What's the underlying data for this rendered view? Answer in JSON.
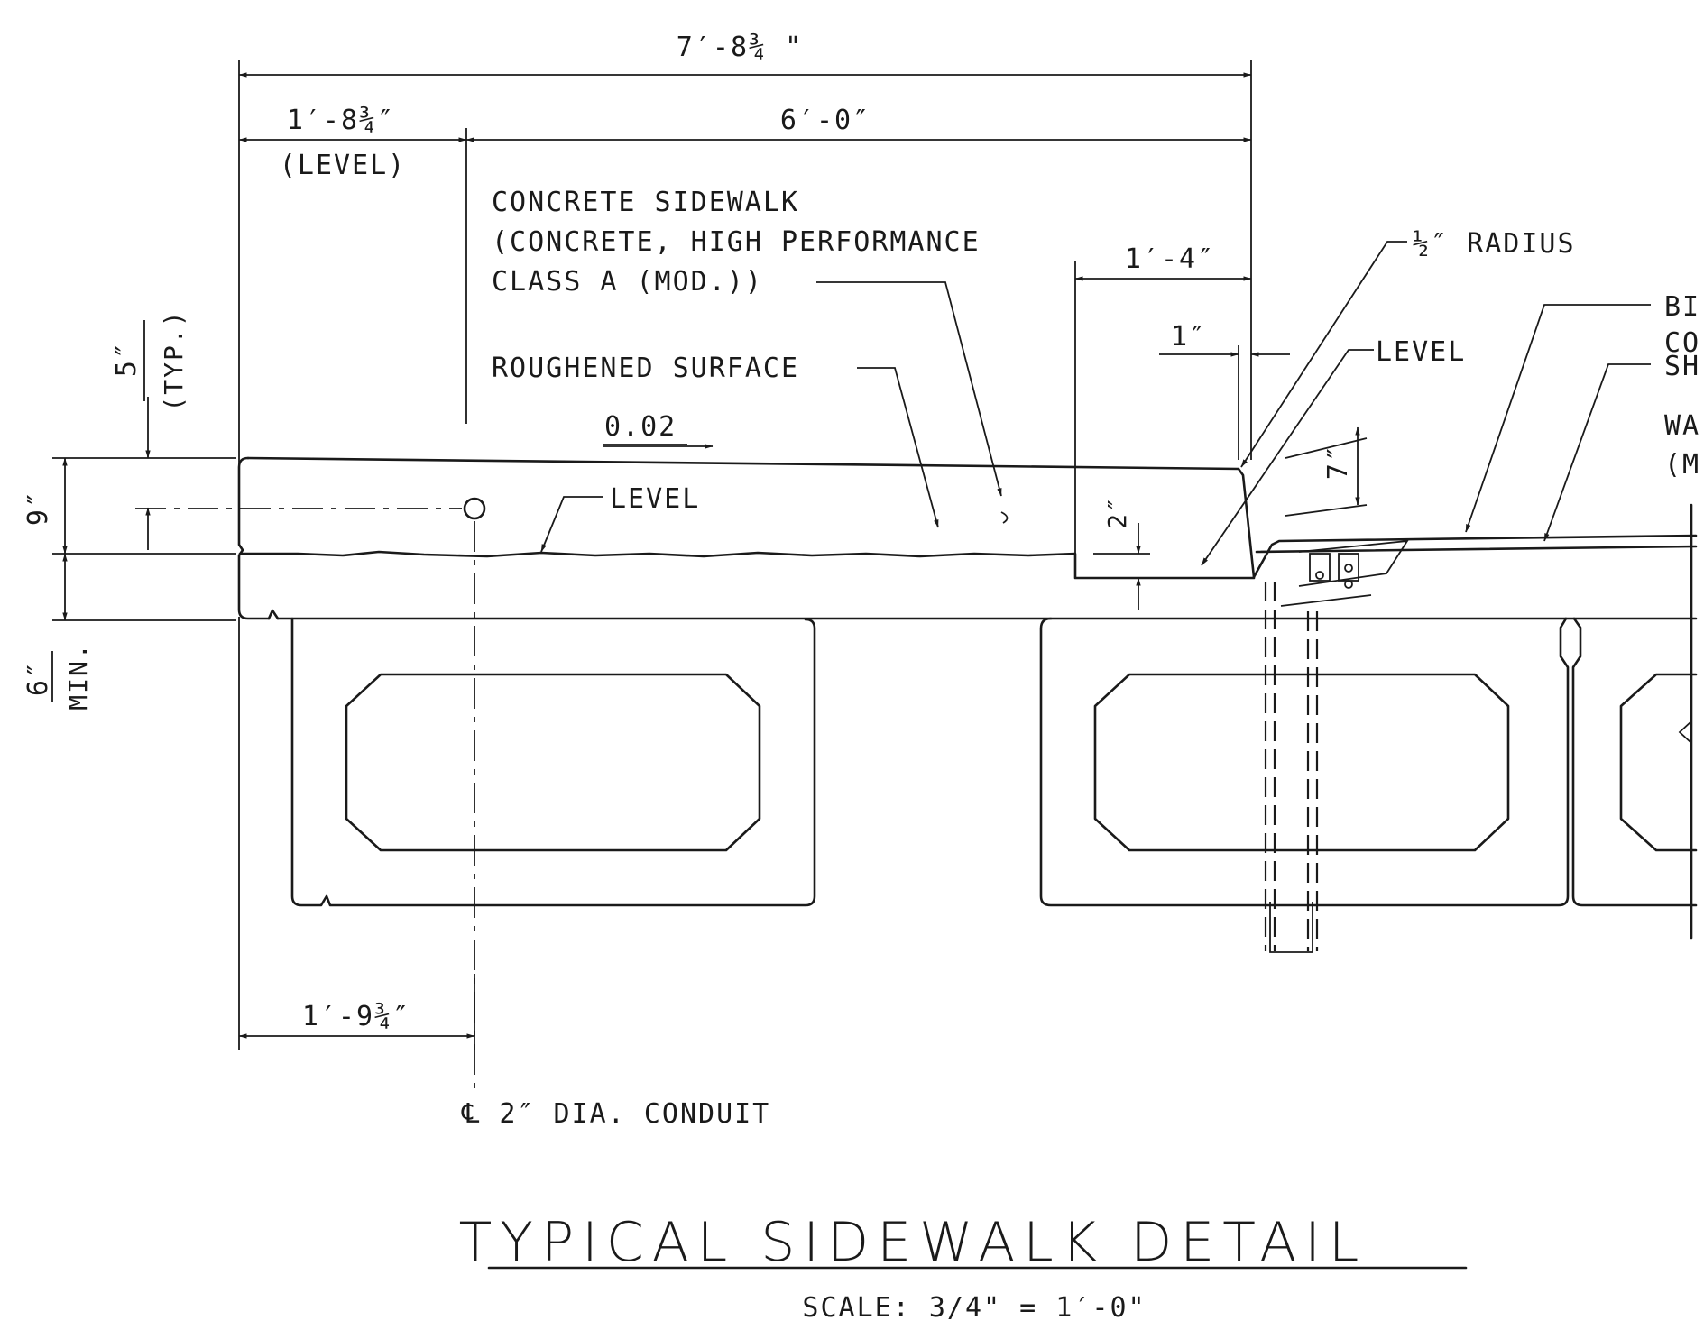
{
  "dimensions": {
    "overall": "7′-8¾ \"",
    "left_part": "1′-8¾″",
    "left_part_note": "(LEVEL)",
    "right_part": "6′-0″",
    "curb_width": "1′-4″",
    "curb_offset": "1″",
    "depth": "9″",
    "min_depth": "6″",
    "min_note": "MIN.",
    "top_dim": "5″",
    "top_dim_note": "(TYP.)",
    "step": "2″",
    "curb_height": "7″",
    "conduit_offset": "1′-9¾″"
  },
  "labels": {
    "sidewalk_line1": "CONCRETE SIDEWALK",
    "sidewalk_line2": "(CONCRETE, HIGH PERFORMANCE",
    "sidewalk_line3": "CLASS A (MOD.))",
    "roughened": "ROUGHENED SURFACE",
    "slope": "0.02",
    "level_1": "LEVEL",
    "level_2": "LEVEL",
    "radius": "½″ RADIUS",
    "cut_1a": "BI",
    "cut_1b": "CO",
    "cut_2a": "SH",
    "cut_2b": "WA",
    "cut_2c": "(M",
    "conduit": "℄ 2″ DIA. CONDUIT"
  },
  "title": "TYPICAL SIDEWALK DETAIL",
  "scale": "SCALE: 3/4\" = 1′-0\""
}
